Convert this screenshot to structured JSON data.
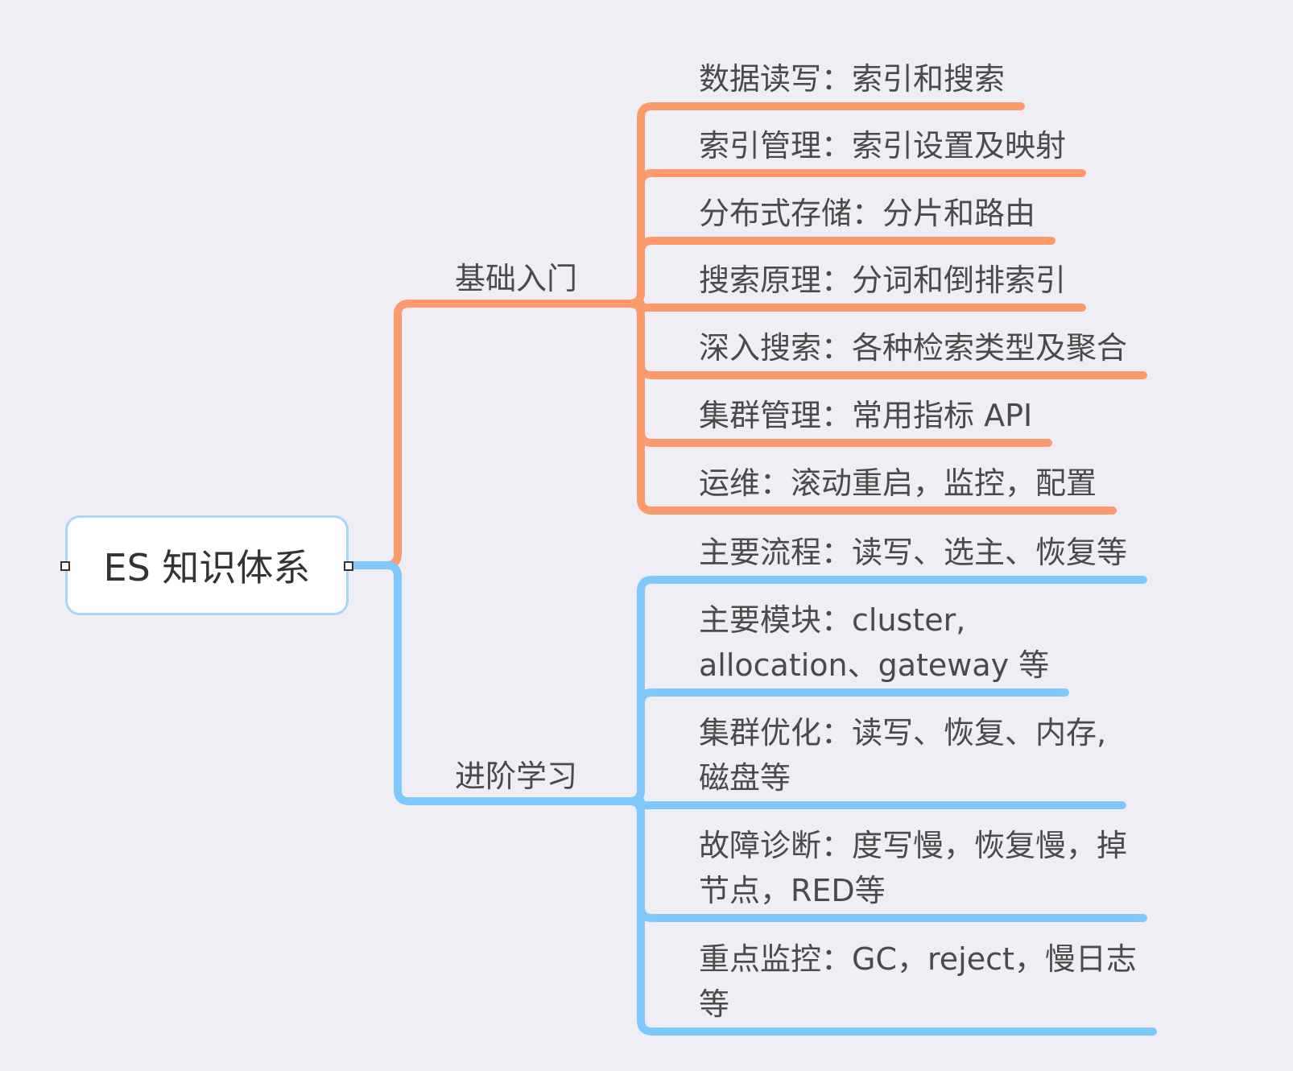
{
  "root": {
    "label": "ES 知识体系"
  },
  "branches": [
    {
      "label": "基础入门",
      "color": "#fc9a6b",
      "children": [
        [
          "数据读写：索引和搜索"
        ],
        [
          "索引管理：索引设置及映射"
        ],
        [
          "分布式存储：分片和路由"
        ],
        [
          "搜索原理：分词和倒排索引"
        ],
        [
          "深入搜索：各种检索类型及聚合"
        ],
        [
          "集群管理：常用指标 API"
        ],
        [
          "运维：滚动重启，监控，配置"
        ]
      ]
    },
    {
      "label": "进阶学习",
      "color": "#80c8fb",
      "children": [
        [
          "主要流程：读写、选主、恢复等"
        ],
        [
          "主要模块：cluster,",
          "allocation、gateway 等"
        ],
        [
          "集群优化：读写、恢复、内存,",
          "磁盘等"
        ],
        [
          "故障诊断：度写慢，恢复慢，掉",
          "节点，RED等"
        ],
        [
          "重点监控：GC，reject，慢日志",
          "等"
        ]
      ]
    }
  ]
}
